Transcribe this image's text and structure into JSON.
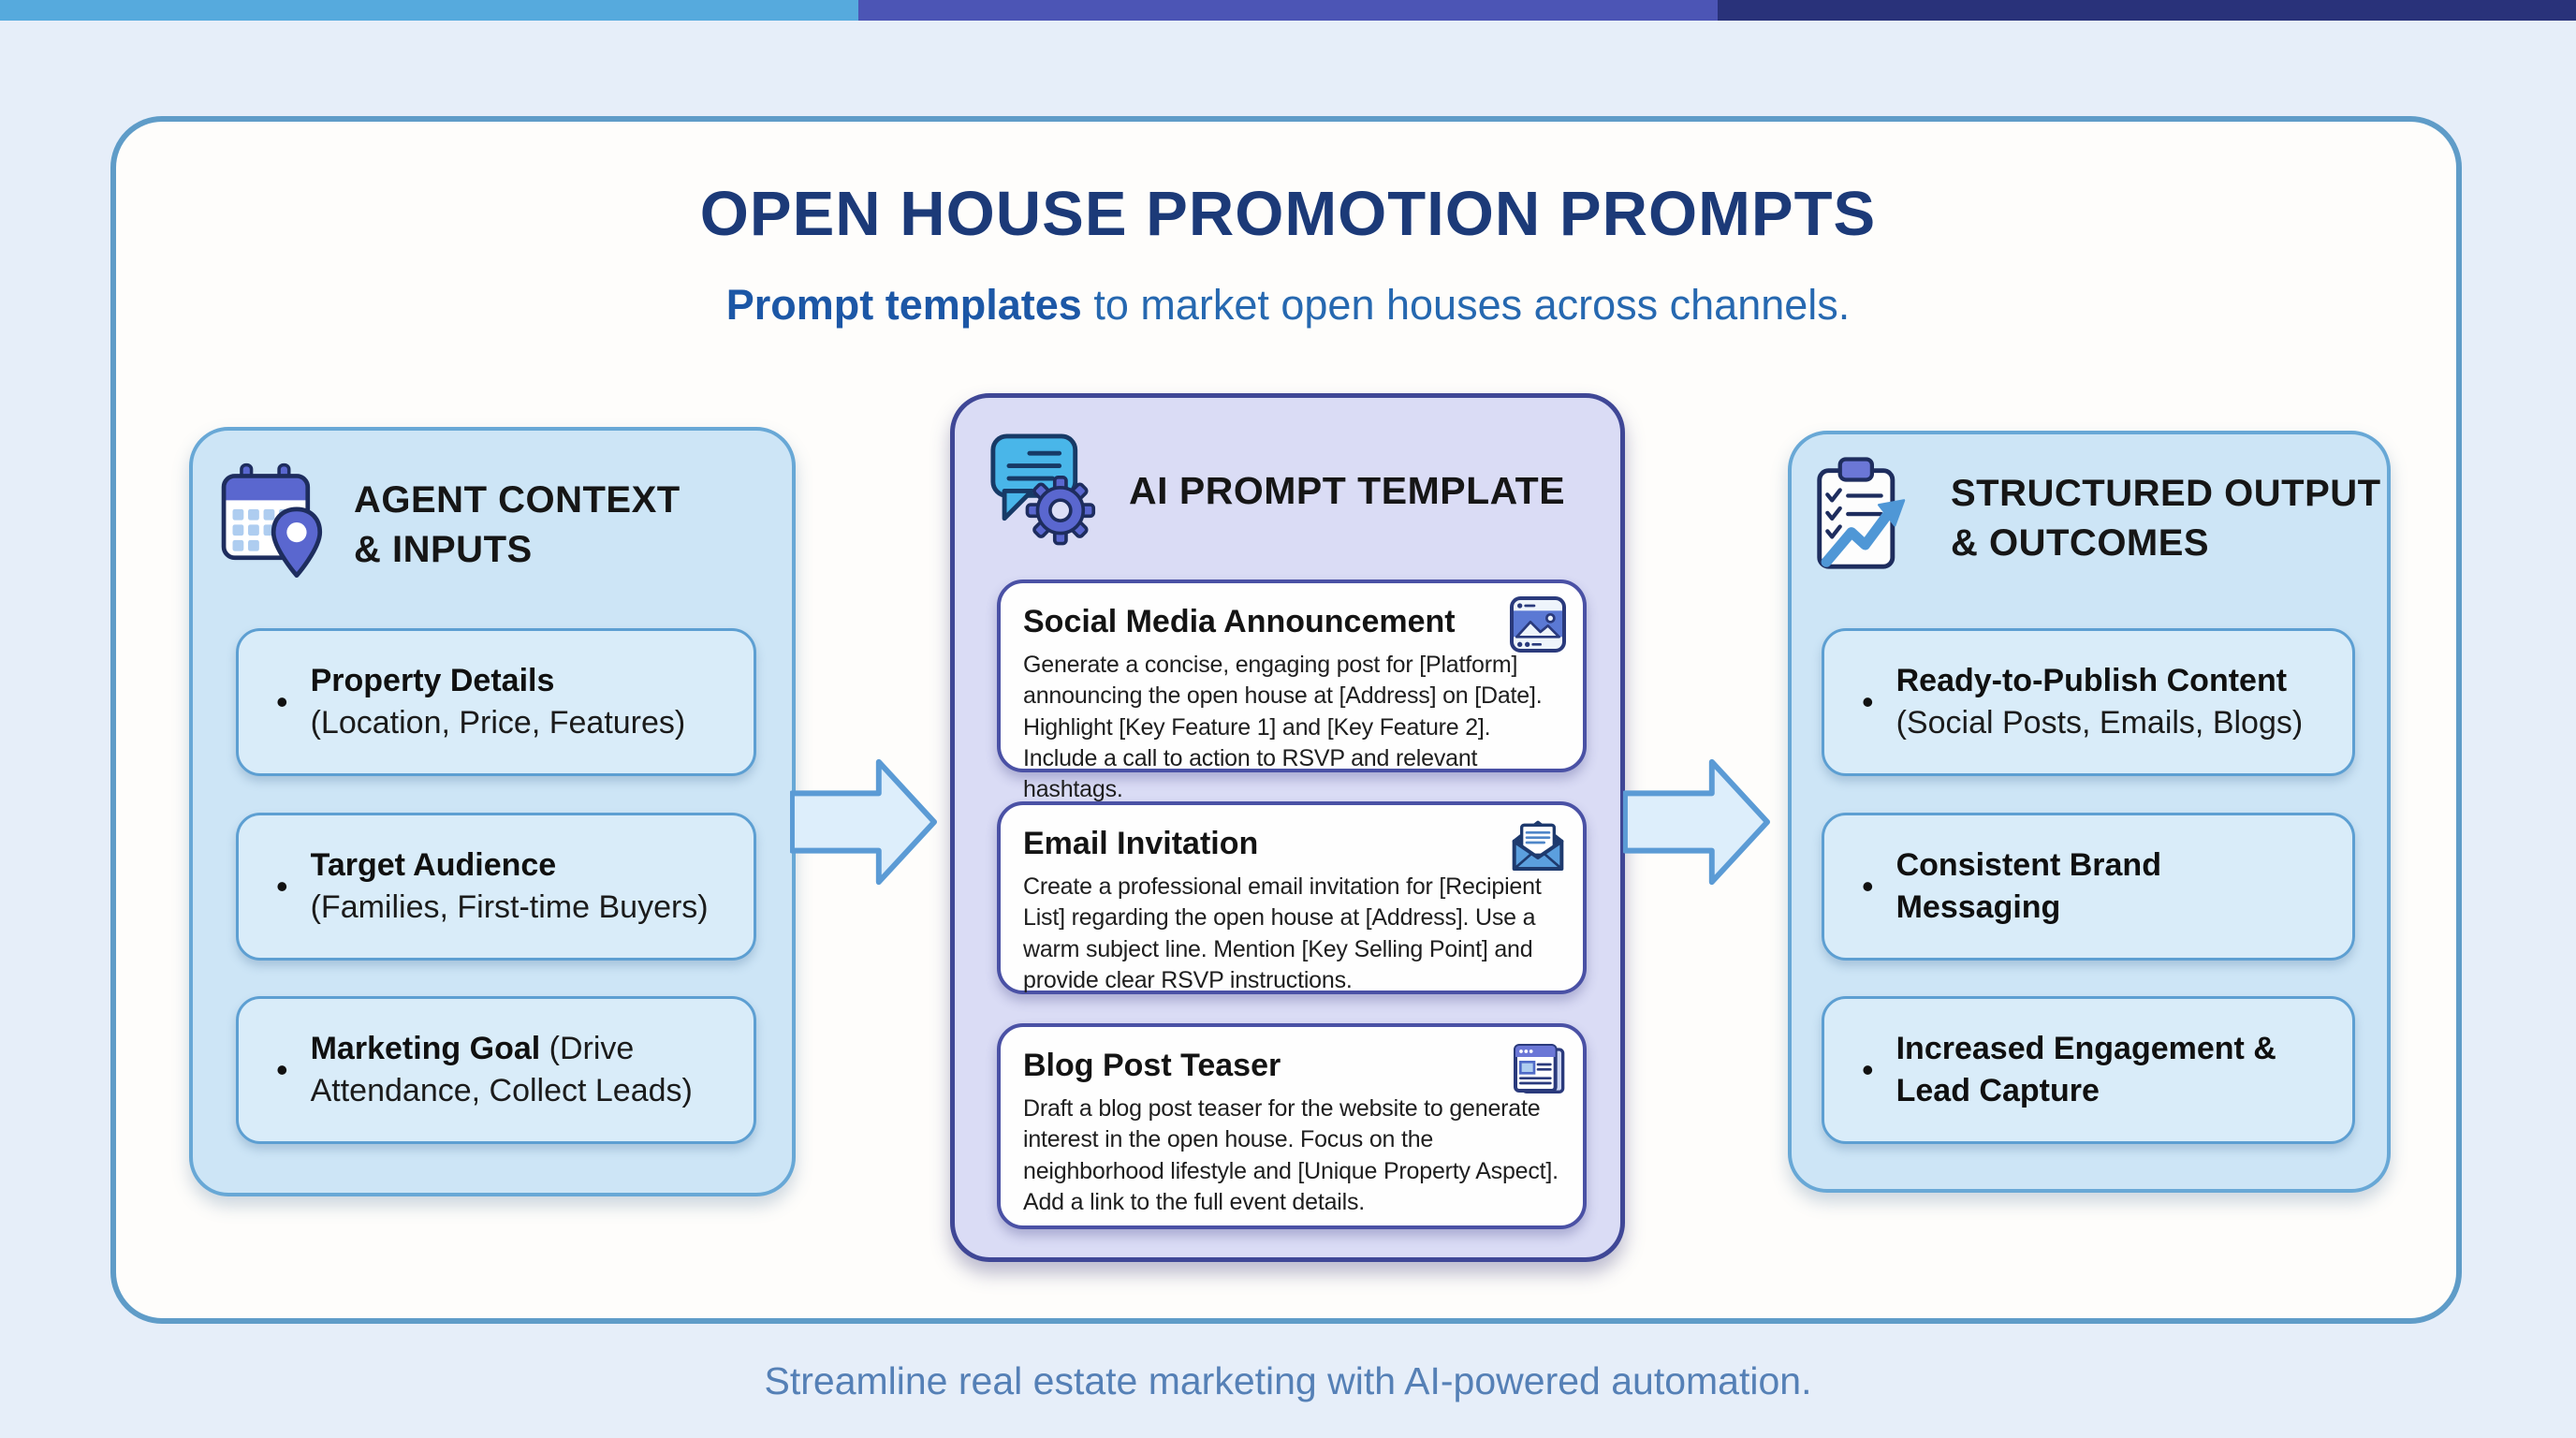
{
  "top_bar": {
    "segment_colors": [
      "#56aadd",
      "#4c55b5",
      "#29327a"
    ]
  },
  "header": {
    "title": "OPEN HOUSE PROMOTION PROMPTS",
    "subtitle_bold": "Prompt templates",
    "subtitle_rest": " to market open houses across channels."
  },
  "columns": {
    "inputs": {
      "title_line1": "AGENT CONTEXT",
      "title_line2": "& INPUTS",
      "icon": "calendar-pin-icon",
      "items": [
        {
          "bold": "Property Details",
          "rest": "(Location, Price, Features)"
        },
        {
          "bold": "Target Audience",
          "rest": "(Families, First-time Buyers)"
        },
        {
          "bold": "Marketing Goal",
          "rest": " (Drive Attendance, Collect Leads)"
        }
      ]
    },
    "template": {
      "title": "AI PROMPT TEMPLATE",
      "icon": "chat-gear-icon",
      "cards": [
        {
          "title": "Social Media Announcement",
          "icon": "social-post-icon",
          "body": "Generate a concise, engaging post for [Platform] announcing the open house at [Address] on [Date]. Highlight [Key Feature 1] and [Key Feature 2]. Include a call to action to RSVP and relevant hashtags."
        },
        {
          "title": "Email Invitation",
          "icon": "email-icon",
          "body": "Create a professional email invitation for [Recipient List] regarding the open house at [Address]. Use a warm subject line. Mention [Key Selling Point] and provide clear RSVP instructions."
        },
        {
          "title": "Blog Post Teaser",
          "icon": "blog-icon",
          "body": "Draft a blog post teaser for the website to generate interest in the open house. Focus on the neighborhood lifestyle and [Unique Property Aspect]. Add a link to the full event details."
        }
      ]
    },
    "outputs": {
      "title_line1": "STRUCTURED OUTPUT",
      "title_line2": "& OUTCOMES",
      "icon": "clipboard-growth-icon",
      "items": [
        {
          "bold": "Ready-to-Publish Content",
          "rest": "(Social Posts, Emails, Blogs)"
        },
        {
          "bold": "Consistent Brand Messaging",
          "rest": ""
        },
        {
          "bold": "Increased Engagement & Lead Capture",
          "rest": ""
        }
      ]
    }
  },
  "bullet_char": "•",
  "footer": {
    "text": "Streamline real estate marketing with AI-powered automation."
  },
  "colors": {
    "page_background": "#e6eef9",
    "container_background": "#fefdfb",
    "container_border": "#5f9cc8",
    "title_navy": "#1c3a78",
    "subtitle_blue": "#2668b0",
    "panel_blue_bg": "#cde5f6",
    "panel_blue_border": "#68a8d6",
    "item_box_bg": "#d9ecf9",
    "item_box_border": "#5d9fd2",
    "panel_purple_bg": "#dadcf5",
    "panel_purple_border": "#3f4796",
    "card_border": "#4a51a5",
    "arrow_fill": "#ddeefb",
    "arrow_stroke": "#5b9bd5",
    "footer_blue": "#5580b6"
  }
}
